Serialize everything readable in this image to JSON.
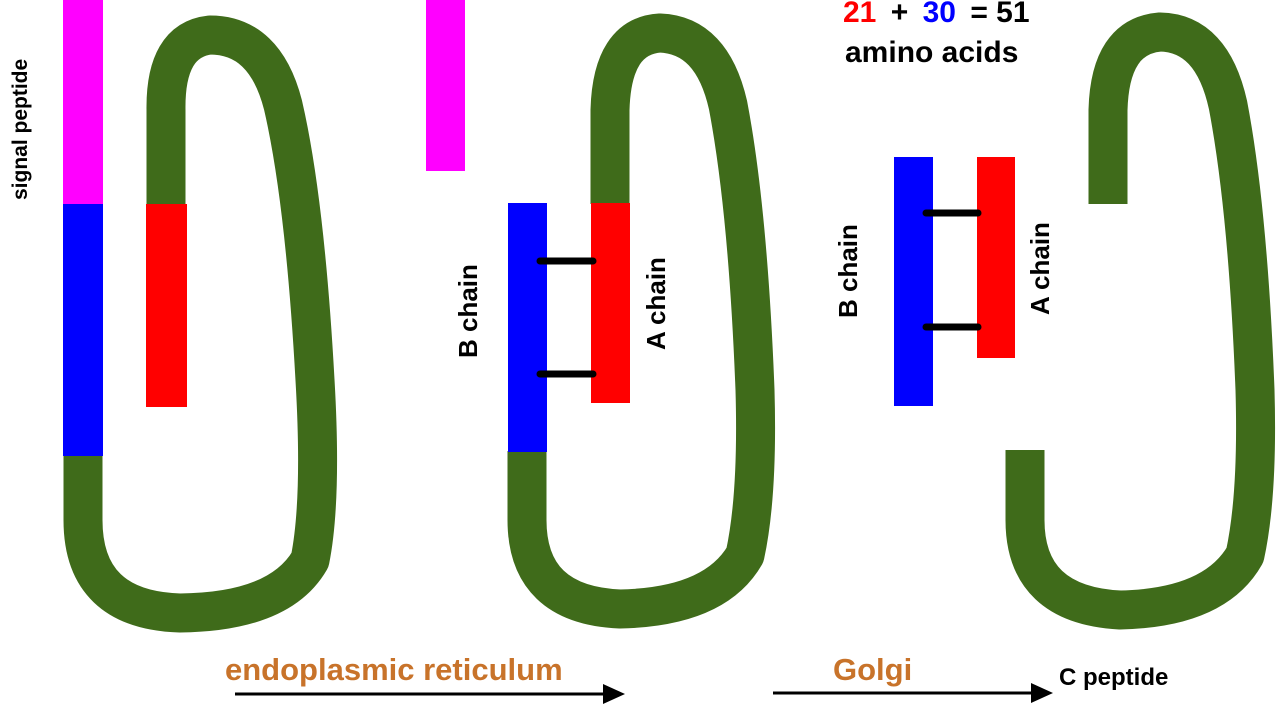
{
  "labels": {
    "signal_peptide": "signal peptide",
    "b_chain_1": "B chain",
    "a_chain_1": "A chain",
    "b_chain_2": "B chain",
    "a_chain_2": "A chain",
    "count_a": "21",
    "plus": "+",
    "count_b": "30",
    "equals_total": "= 51",
    "amino_acids": "amino acids",
    "er": "endoplasmic reticulum",
    "golgi": "Golgi",
    "c_peptide": "C peptide"
  },
  "colors": {
    "c_peptide_green": "#3f6b1a",
    "a_chain_red": "#ff0000",
    "b_chain_blue": "#0000ff",
    "signal_magenta": "#ff00ff",
    "stage_label_orange": "#c8732a",
    "text_black": "#000000"
  }
}
